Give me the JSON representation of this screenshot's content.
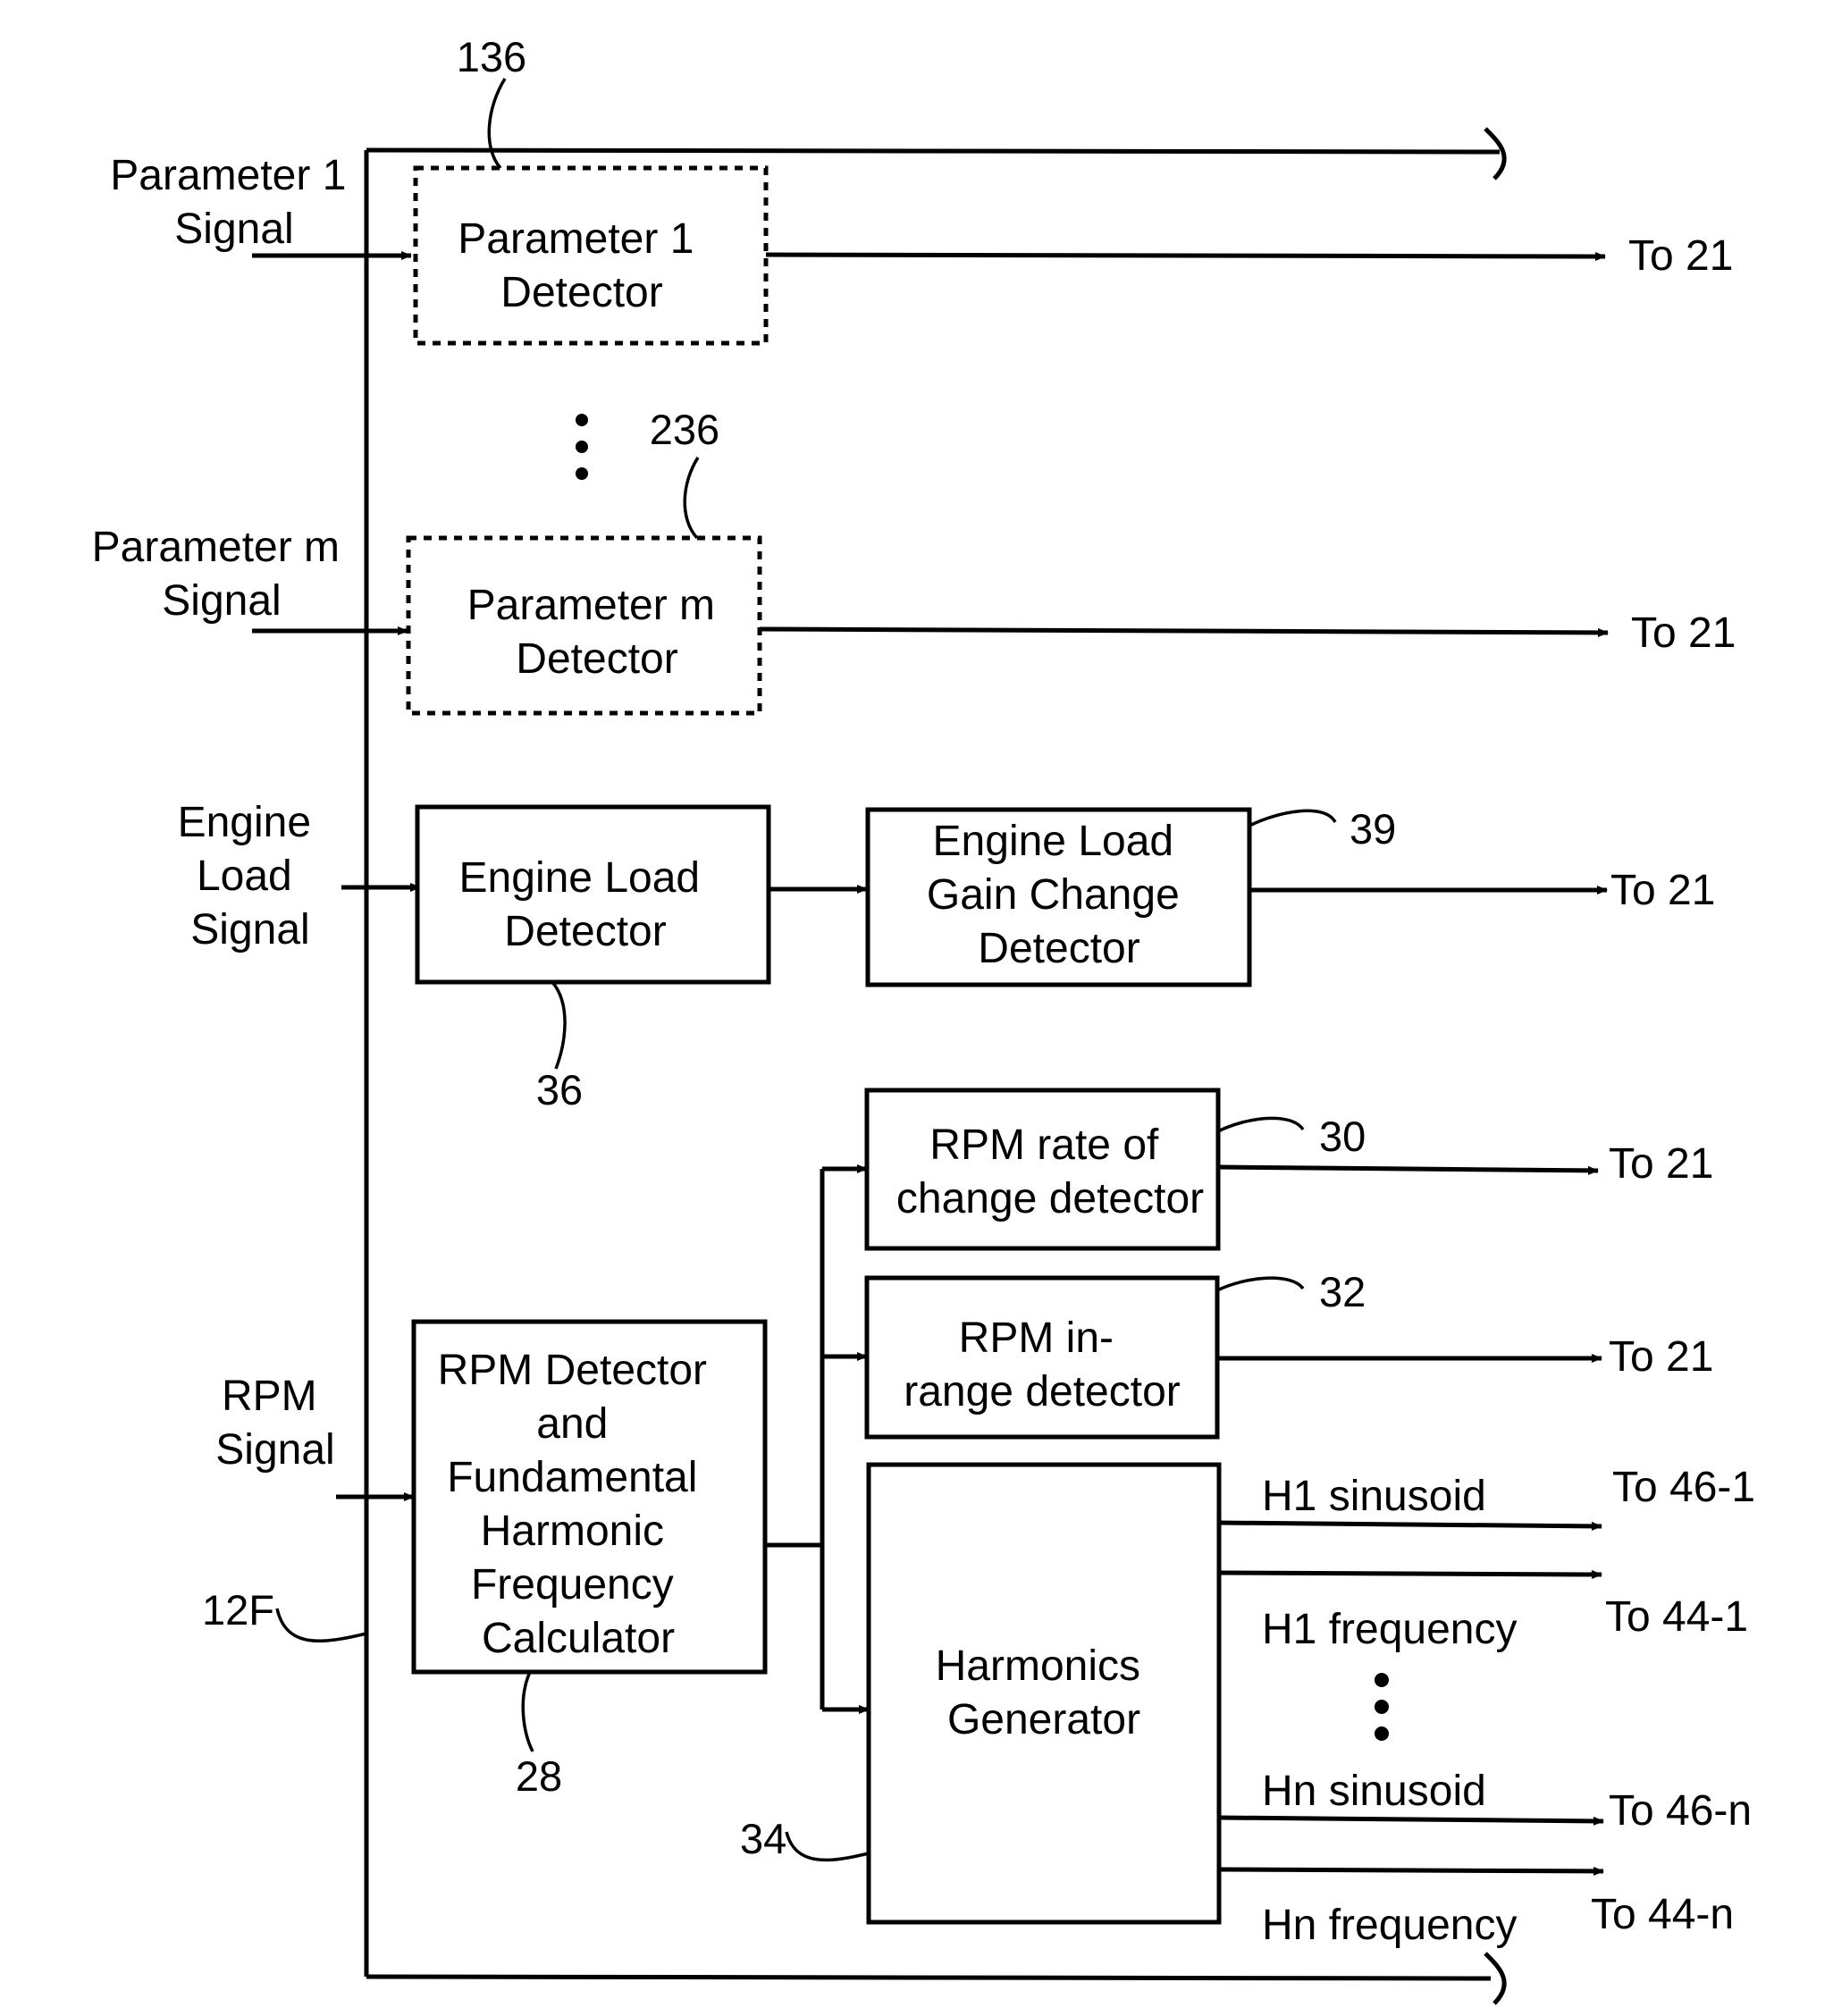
{
  "inputs": {
    "param1_signal": [
      "Parameter 1",
      "Signal"
    ],
    "paramm_signal": [
      "Parameter m",
      "Signal"
    ],
    "engine_load_signal": [
      "Engine",
      "Load",
      "Signal"
    ],
    "rpm_signal": [
      "RPM",
      "Signal"
    ]
  },
  "blocks": {
    "param1_detector": [
      "Parameter 1",
      "Detector"
    ],
    "paramm_detector": [
      "Parameter m",
      "Detector"
    ],
    "engine_load_detector": [
      "Engine Load",
      "Detector"
    ],
    "engine_load_gain_change_detector": [
      "Engine Load",
      "Gain Change",
      "Detector"
    ],
    "rpm_rate_of_change_detector": [
      "RPM rate of",
      "change detector"
    ],
    "rpm_in_range_detector": [
      "RPM in-",
      "range detector"
    ],
    "rpm_detector_calculator": [
      "RPM Detector",
      "and",
      "Fundamental",
      "Harmonic",
      "Frequency",
      "Calculator"
    ],
    "harmonics_generator": [
      "Harmonics",
      "Generator"
    ]
  },
  "outputs": {
    "param1_to": "To 21",
    "paramm_to": "To 21",
    "gain_change_to": "To 21",
    "rate_of_change_to": "To 21",
    "in_range_to": "To 21",
    "h1_sinusoid_to": "To 46-1",
    "h1_frequency_to": "To 44-1",
    "hn_sinusoid_to": "To 46-n",
    "hn_frequency_to": "To 44-n"
  },
  "signal_labels": {
    "h1_sinusoid": "H1 sinusoid",
    "h1_frequency": "H1 frequency",
    "hn_sinusoid": "Hn sinusoid",
    "hn_frequency": "Hn frequency"
  },
  "refs": {
    "param1_detector": "136",
    "paramm_detector": "236",
    "gain_change_detector": "39",
    "engine_load_detector": "36",
    "rate_of_change_detector": "30",
    "in_range_detector": "32",
    "module": "12F",
    "rpm_calculator": "28",
    "harmonics_generator": "34"
  }
}
